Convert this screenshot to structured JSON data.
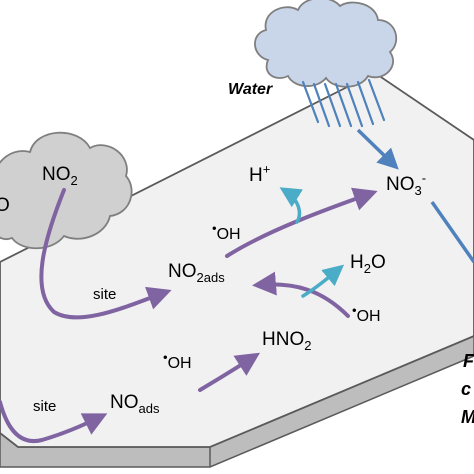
{
  "labels": {
    "water": "Water",
    "no2_gas": {
      "main": "NO",
      "sub": "2"
    },
    "cut_left": "O",
    "h_plus": {
      "main": "H",
      "sup": "+"
    },
    "no3": {
      "main": "NO",
      "sub": "3",
      "sup": "-"
    },
    "oh_top": {
      "dot": "•",
      "main": "OH"
    },
    "no2ads": {
      "main": "NO",
      "sub": "2ads"
    },
    "site_top": "site",
    "h2o": {
      "main": "H",
      "sub": "2",
      "tail": "O"
    },
    "oh_right": {
      "dot": "•",
      "main": "OH"
    },
    "hno2": {
      "main": "HNO",
      "sub": "2"
    },
    "oh_bottom": {
      "dot": "•",
      "main": "OH"
    },
    "site_bottom": "site",
    "noads": {
      "main": "NO",
      "sub": "ads"
    },
    "right_edge": [
      "F",
      "c",
      "M"
    ]
  },
  "colors": {
    "surface": "#f1f1f1",
    "surface_edge": "#5a5a5a",
    "purple_arrow": "#8064a2",
    "teal_arrow": "#4aacc6",
    "blue_arrow": "#4f81bd",
    "cloud": "#c9d6ea",
    "gray_cloud": "#d0d0d0"
  }
}
